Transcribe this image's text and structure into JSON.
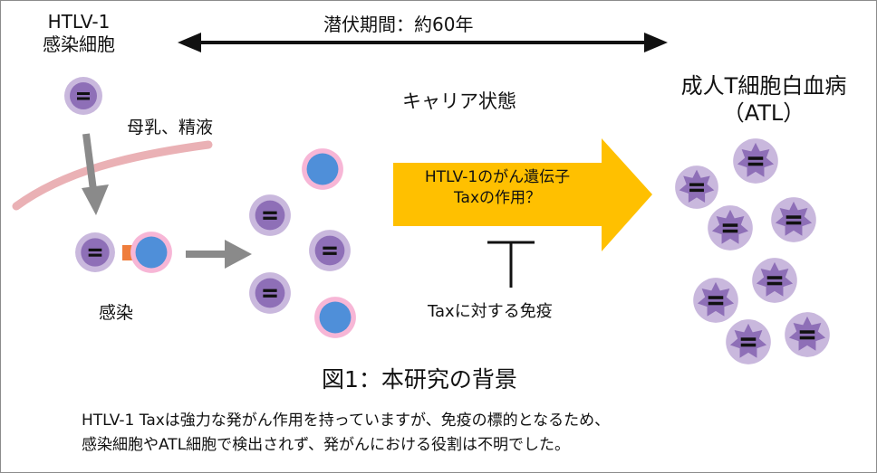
{
  "labels": {
    "infected_cell_title_line1": "HTLV-1",
    "infected_cell_title_line2": "感染細胞",
    "latency": "潜伏期間：約60年",
    "carrier_state": "キャリア状態",
    "atl_title_line1": "成人T細胞白血病",
    "atl_title_line2": "（ATL）",
    "transmission": "母乳、精液",
    "infection": "感染",
    "arrow_text_line1": "HTLV-1のがん遺伝子",
    "arrow_text_line2": "Taxの作用？",
    "immunity": "Taxに対する免疫",
    "figure_title": "図1：本研究の背景",
    "caption_line1": "HTLV-1 Taxは強力な発がん作用を持っていますが、免疫の標的となるため、",
    "caption_line2": "感染細胞やATL細胞で検出されず、発がんにおける役割は不明でした。"
  },
  "colors": {
    "infected_cell_outer": "#c9b8dd",
    "infected_cell_inner": "#8e6fb7",
    "normal_cell_outer": "#f7b6d6",
    "normal_cell_inner": "#4f8fd9",
    "arrow_orange": "#ffc000",
    "gray_arrow": "#8a8a8a",
    "mucosa": "#e8a9ad",
    "synapse": "#ef7d3c"
  }
}
